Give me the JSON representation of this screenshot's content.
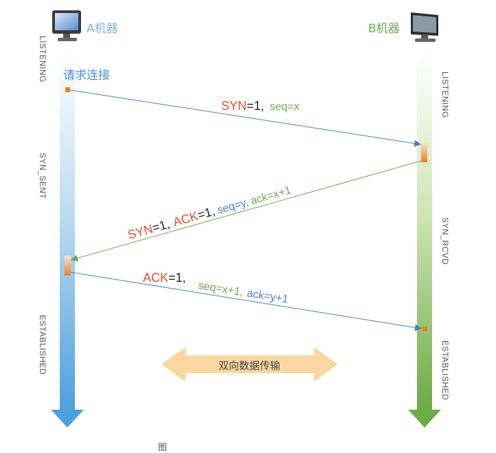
{
  "machines": {
    "a_label": "A机器",
    "b_label": "B机器"
  },
  "states": {
    "a_listening": "LISTENING",
    "a_syn_sent": "SYN_SENT",
    "a_established": "ESTABLISHED",
    "b_listening": "LISTENING",
    "b_syn_rcvd": "SYN_RCVD",
    "b_established": "ESTABLISHED"
  },
  "request_label": "请求连接",
  "messages": {
    "m1": {
      "syn": "SYN",
      "syn_val": "=1,",
      "seq": "seq=x"
    },
    "m2": {
      "syn": "SYN",
      "syn_val": "=1,",
      "ack": "ACK",
      "ack_val": "=1,",
      "seq": "seq=y,",
      "acknum": "ack=x+1"
    },
    "m3": {
      "ack": "ACK",
      "ack_val": "=1,",
      "seq": "seq=x+1,",
      "acknum": "ack=y+1"
    }
  },
  "bidirectional_label": "双向数据传输",
  "caption": "图",
  "colors": {
    "red": "#e0502a",
    "green": "#6aa84f",
    "blue": "#4a7fc1",
    "a_machine": "#4f9ad9",
    "b_machine": "#5ea33a",
    "orange": "#f07c1a",
    "bidir_arrow": "#fad7a0"
  }
}
